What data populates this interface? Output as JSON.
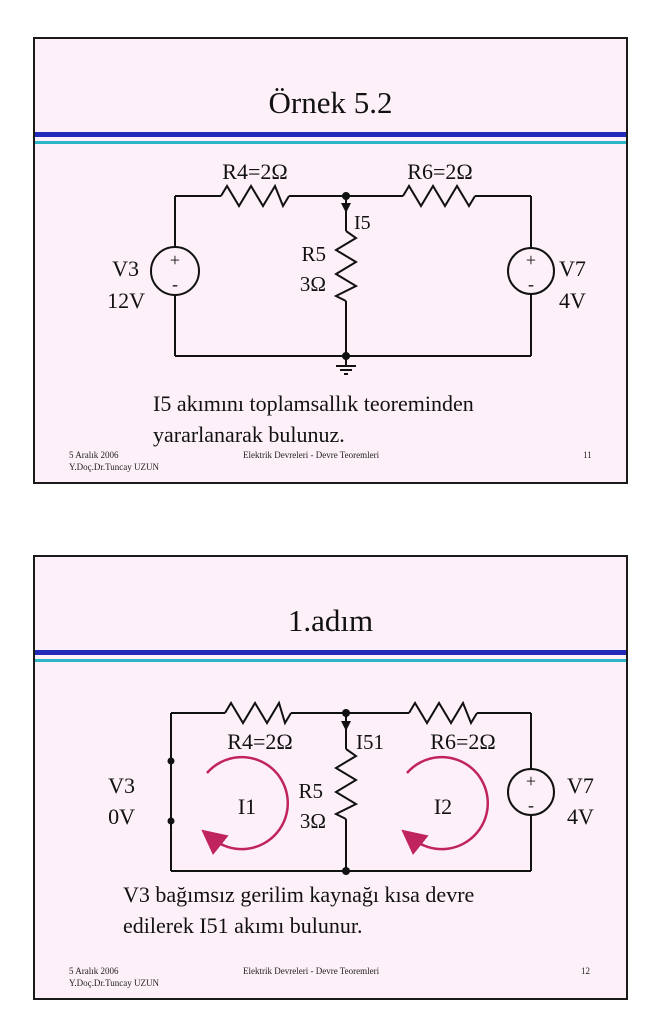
{
  "slides": [
    {
      "title": "Örnek 5.2",
      "labels": {
        "r4": "R4=2Ω",
        "r6": "R6=2Ω",
        "r5": "R5",
        "r5_value": "3Ω",
        "i5": "I5",
        "v3": "V3",
        "v3_value": "12V",
        "v7": "V7",
        "v7_value": "4V",
        "plus": "+",
        "minus": "-"
      },
      "task_lines": [
        "I5 akımını toplamsallık teoreminden",
        "yararlanarak bulunuz."
      ],
      "footer": {
        "date": "5 Aralık 2006",
        "author": "Y.Doç.Dr.Tuncay UZUN",
        "course": "Elektrik Devreleri - Devre Teoremleri",
        "page": "11"
      }
    },
    {
      "title": "1.adım",
      "labels": {
        "r4": "R4=2Ω",
        "r6": "R6=2Ω",
        "r5": "R5",
        "r5_value": "3Ω",
        "i51": "I51",
        "v3": "V3",
        "v3_value": "0V",
        "v7": "V7",
        "v7_value": "4V",
        "i1": "I1",
        "i2": "I2",
        "plus": "+",
        "minus": "-"
      },
      "task_lines": [
        "V3 bağımsız gerilim kaynağı kısa devre",
        "edilerek I51 akımı bulunur."
      ],
      "footer": {
        "date": "5 Aralık 2006",
        "author": "Y.Doç.Dr.Tuncay UZUN",
        "course": "Elektrik Devreleri - Devre Teoremleri",
        "page": "12"
      }
    }
  ],
  "colors": {
    "slide_background": "#fdf0f8",
    "rule_blue": "#2329b8",
    "rule_cyan": "#2ab6c6",
    "mesh_arrow": "#c0245c"
  }
}
